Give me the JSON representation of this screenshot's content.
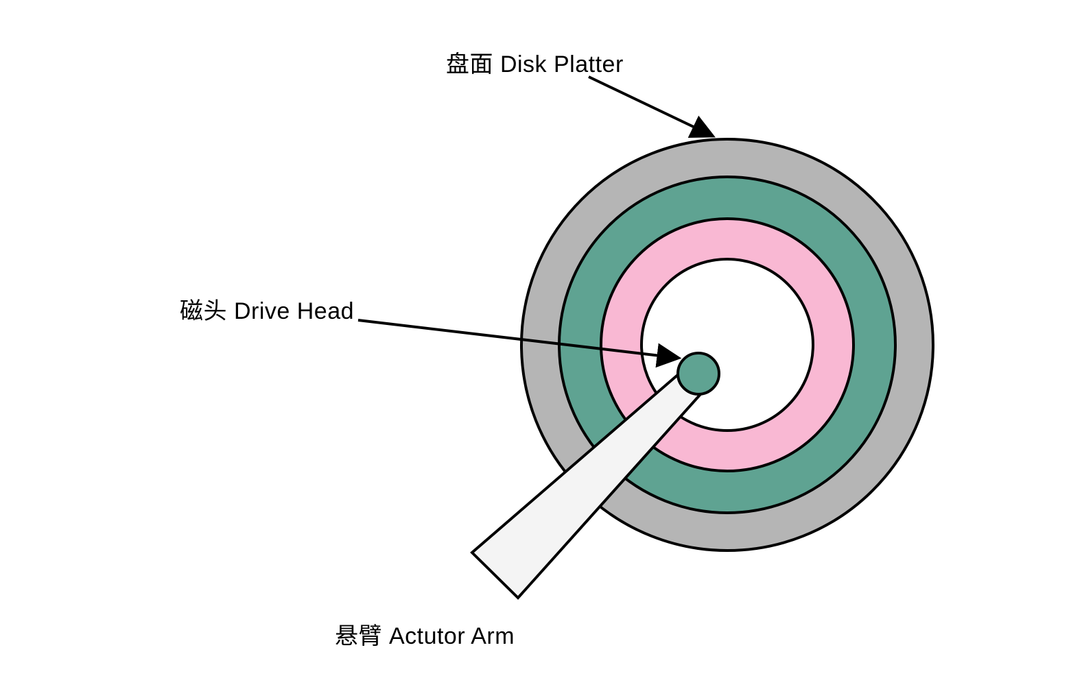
{
  "diagram": {
    "labels": {
      "disk_platter": "盘面 Disk Platter",
      "drive_head": "磁头 Drive Head",
      "actuator_arm": "悬臂 Actutor Arm"
    },
    "colors": {
      "platter_gray": "#b5b5b5",
      "track_teal": "#5fa392",
      "track_pink": "#f9b8d3",
      "hub_white": "#ffffff",
      "head_teal": "#5fa392",
      "arm_fill": "#f4f4f4",
      "outline": "#000000",
      "background": "#ffffff",
      "text": "#000000"
    }
  }
}
